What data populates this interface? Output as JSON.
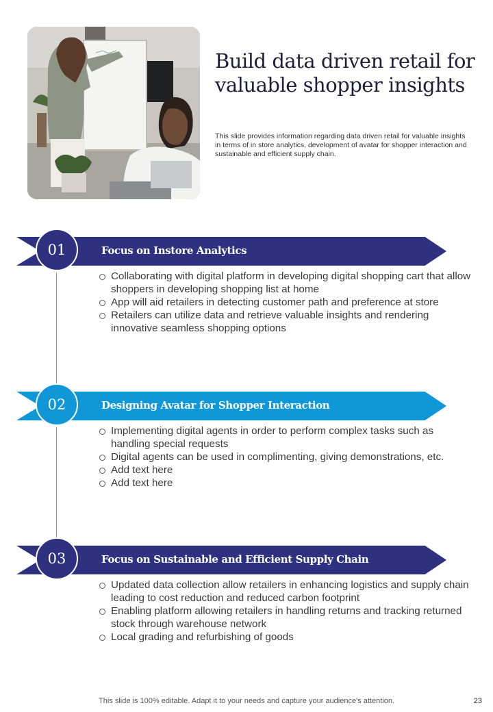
{
  "header": {
    "title": "Build data driven retail for valuable shopper insights",
    "subtitle": "This slide provides information regarding data driven retail for valuable insights in terms of in store analytics, development of avatar for shopper interaction and  sustainable and efficient supply chain."
  },
  "sections": [
    {
      "number": "01",
      "heading": "Focus on Instore Analytics",
      "color": "#2e3180",
      "bullets": [
        "Collaborating with digital platform in developing digital shopping cart that allow shoppers in developing shopping list at home",
        "App will aid retailers in detecting customer path and preference at store",
        "Retailers can utilize  data and retrieve valuable insights and rendering innovative  seamless shopping options"
      ]
    },
    {
      "number": "02",
      "heading": "Designing Avatar for Shopper Interaction",
      "color": "#0f97d8",
      "bullets": [
        "Implementing  digital agents in order to perform complex tasks such as handling special requests",
        "Digital agents can be used in complimenting, giving demonstrations, etc.",
        "Add text here",
        "Add text here"
      ]
    },
    {
      "number": "03",
      "heading": "Focus on Sustainable and Efficient Supply Chain",
      "color": "#2e3180",
      "bullets": [
        "Updated data collection allow retailers in enhancing logistics and supply chain leading to cost reduction and reduced carbon footprint",
        "Enabling platform allowing retailers in handling returns and tracking returned stock through warehouse network",
        "Local grading and refurbishing  of goods"
      ]
    }
  ],
  "footer": {
    "note": "This slide is 100% editable. Adapt it to your needs and capture your audience's attention.",
    "page_number": "23"
  }
}
